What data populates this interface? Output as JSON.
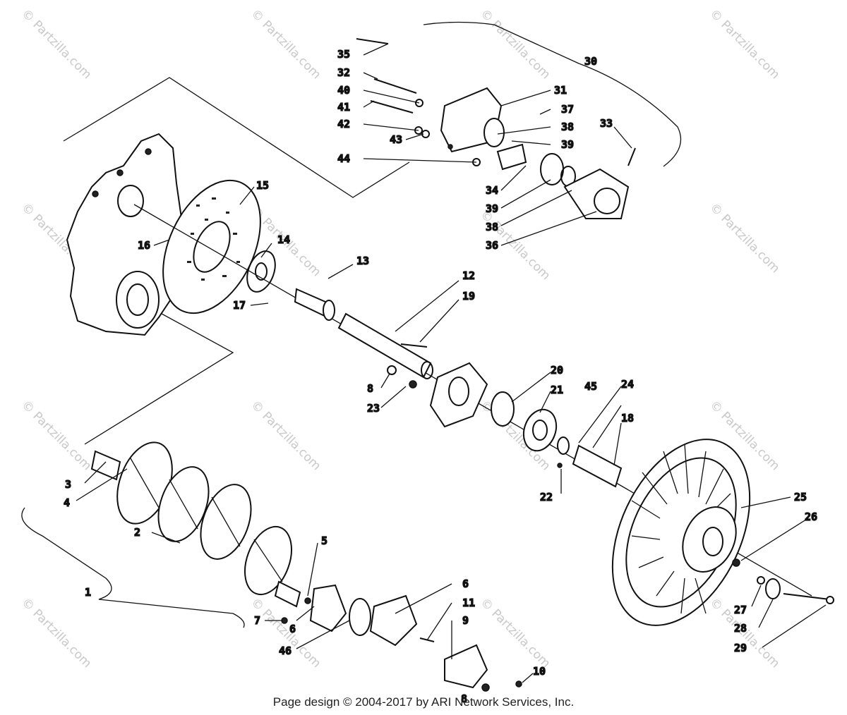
{
  "footer": "Page design © 2004-2017 by ARI Network Services, Inc.",
  "watermark": "© Partzilla.com",
  "callouts": [
    "1",
    "2",
    "3",
    "4",
    "5",
    "6",
    "6",
    "7",
    "8",
    "8",
    "9",
    "10",
    "11",
    "12",
    "13",
    "14",
    "15",
    "16",
    "17",
    "18",
    "19",
    "20",
    "21",
    "22",
    "23",
    "24",
    "25",
    "26",
    "27",
    "28",
    "29",
    "30",
    "31",
    "32",
    "33",
    "34",
    "35",
    "36",
    "37",
    "38",
    "38",
    "39",
    "39",
    "40",
    "41",
    "42",
    "43",
    "44",
    "45",
    "46"
  ]
}
